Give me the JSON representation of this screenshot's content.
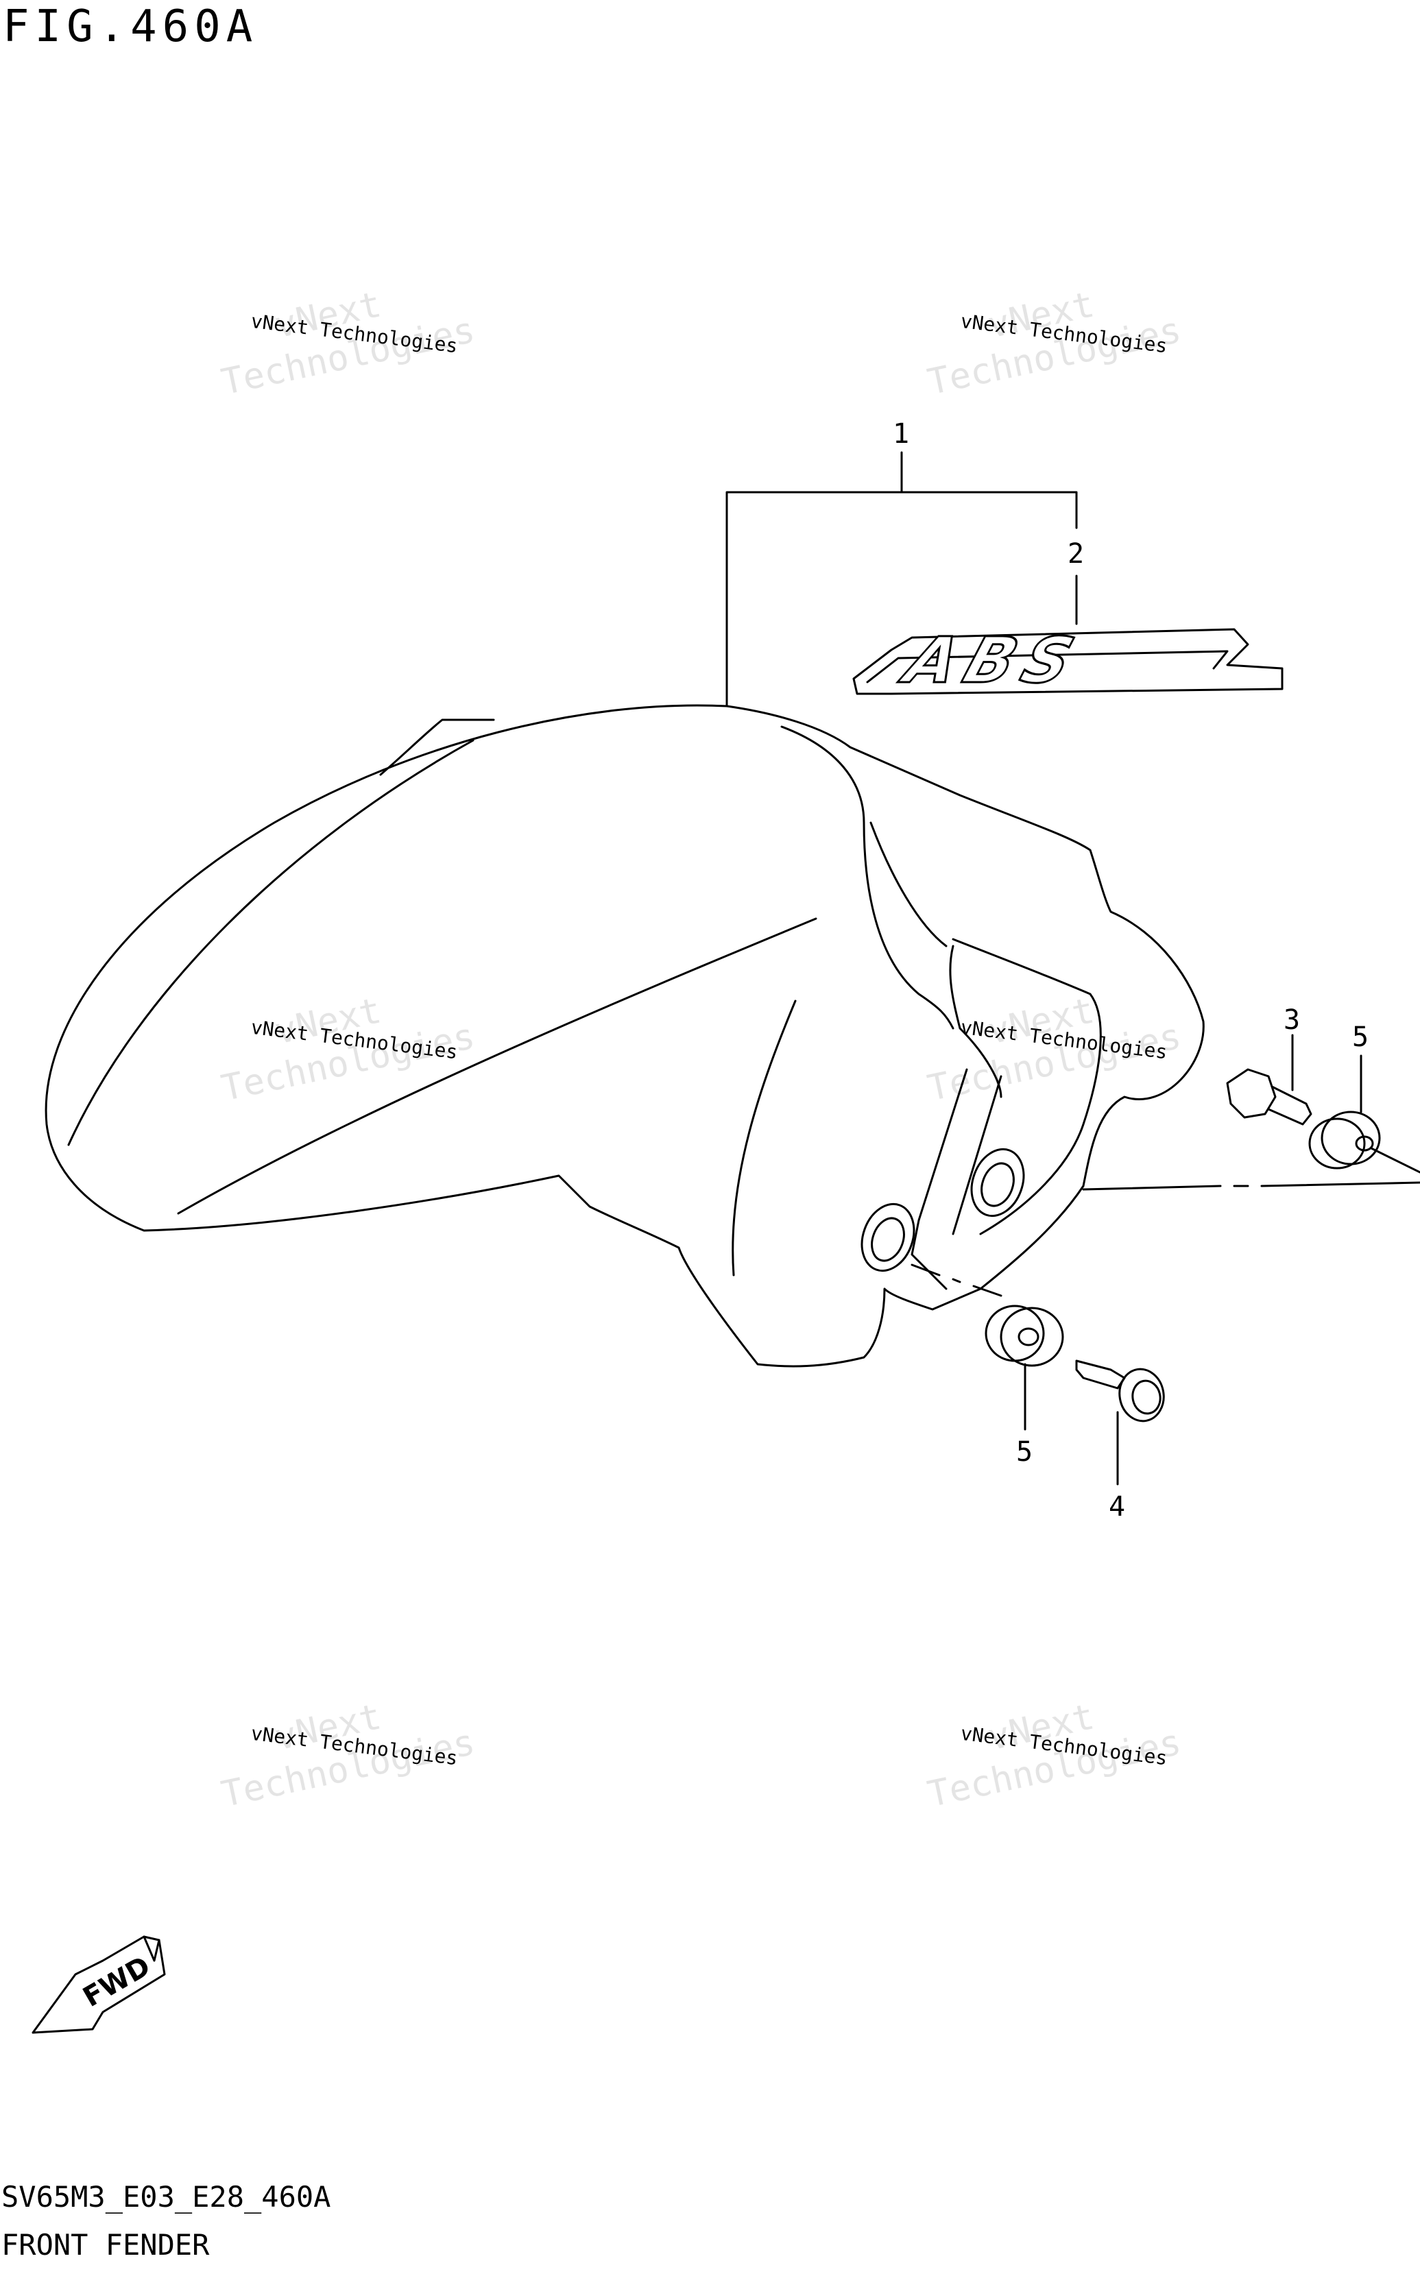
{
  "figure": {
    "title": "FIG.460A",
    "code": "SV65M3_E03_E28_460A",
    "name": "FRONT FENDER"
  },
  "callouts": {
    "c1": "1",
    "c2": "2",
    "c3": "3",
    "c4": "4",
    "c5a": "5",
    "c5b": "5"
  },
  "decal": {
    "text": "ABS"
  },
  "direction": {
    "label": "FWD"
  },
  "watermark": {
    "small": "vNext Technologies",
    "big_top": "vNext",
    "big_bottom": "Technologies"
  },
  "colors": {
    "line": "#000000",
    "background": "#ffffff"
  }
}
